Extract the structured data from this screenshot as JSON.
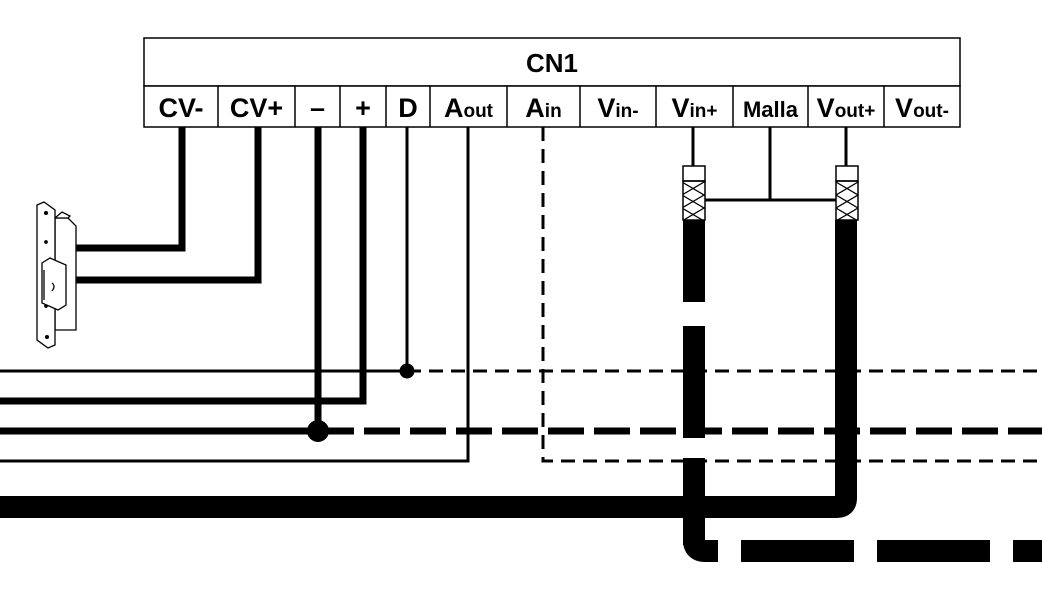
{
  "connector": {
    "title": "CN1",
    "terminals": [
      {
        "id": "cv-minus",
        "main": "CV-",
        "sub": ""
      },
      {
        "id": "cv-plus",
        "main": "CV+",
        "sub": ""
      },
      {
        "id": "minus",
        "main": "–",
        "sub": ""
      },
      {
        "id": "plus",
        "main": "+",
        "sub": ""
      },
      {
        "id": "d",
        "main": "D",
        "sub": ""
      },
      {
        "id": "a-out",
        "main": "A",
        "sub": "out"
      },
      {
        "id": "a-in",
        "main": "A",
        "sub": "in"
      },
      {
        "id": "v-in-minus",
        "main": "V",
        "sub": "in-"
      },
      {
        "id": "v-in-plus",
        "main": "V",
        "sub": "in+"
      },
      {
        "id": "malla",
        "main": "Malla",
        "sub": ""
      },
      {
        "id": "v-out-plus",
        "main": "V",
        "sub": "out+"
      },
      {
        "id": "v-out-minus",
        "main": "V",
        "sub": "out-"
      }
    ]
  },
  "components": {
    "door_strike": "electric-lock-strike",
    "coax_left": "coax-connector",
    "coax_right": "coax-connector"
  },
  "colors": {
    "line": "#000000",
    "background": "#ffffff"
  }
}
